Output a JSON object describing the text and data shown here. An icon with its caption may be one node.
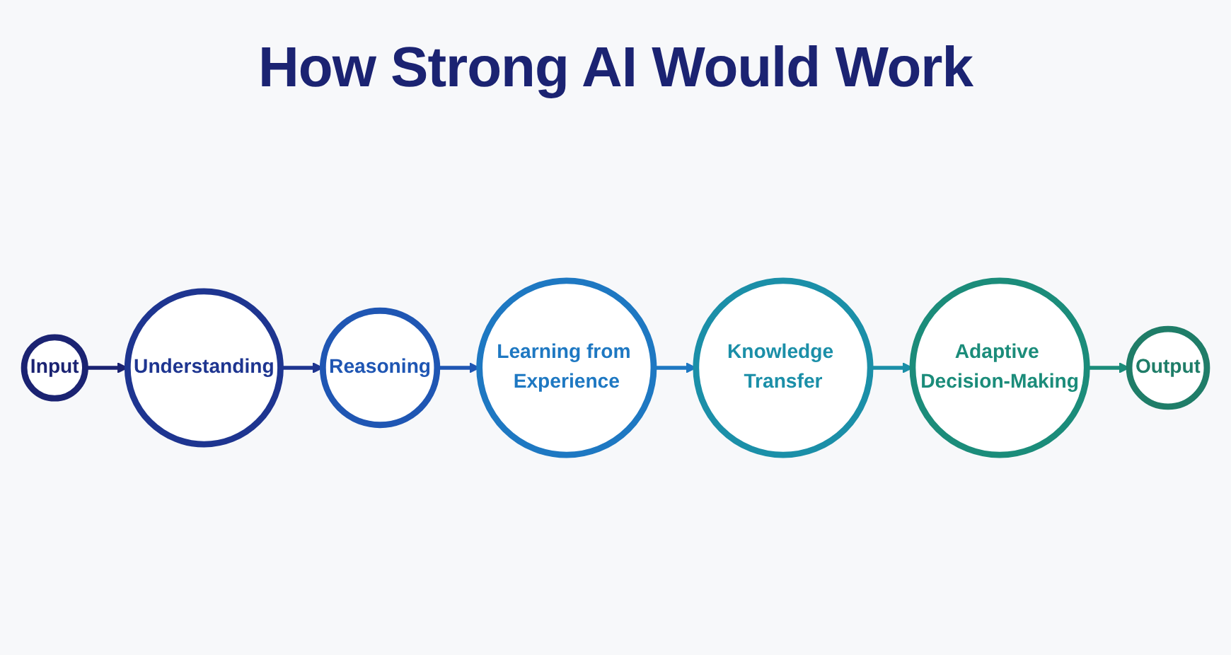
{
  "diagram": {
    "title": "How Strong AI Would Work",
    "nodes": [
      {
        "text": [
          "Input"
        ]
      },
      {
        "text": [
          "Understanding"
        ]
      },
      {
        "text": [
          "Reasoning"
        ]
      },
      {
        "text": [
          "Learning from Experience"
        ]
      },
      {
        "text": [
          "Knowledge Transfer"
        ]
      },
      {
        "text": [
          "Adaptive Decision-Making"
        ]
      },
      {
        "text": [
          "Output"
        ]
      }
    ],
    "edges": [
      {
        "from": 0,
        "to": 1,
        "arrow": "to",
        "color": "#1b2372"
      },
      {
        "from": 1,
        "to": 2,
        "arrow": "to",
        "color": "#1e3590"
      },
      {
        "from": 2,
        "to": 3,
        "arrow": "to",
        "color": "#1f56b3"
      },
      {
        "from": 3,
        "to": 4,
        "arrow": "to",
        "color": "#1e78c2"
      },
      {
        "from": 4,
        "to": 5,
        "arrow": "to",
        "color": "#1b8fa8"
      },
      {
        "from": 5,
        "to": 6,
        "arrow": "to",
        "color": "#1b8c7a"
      }
    ]
  }
}
